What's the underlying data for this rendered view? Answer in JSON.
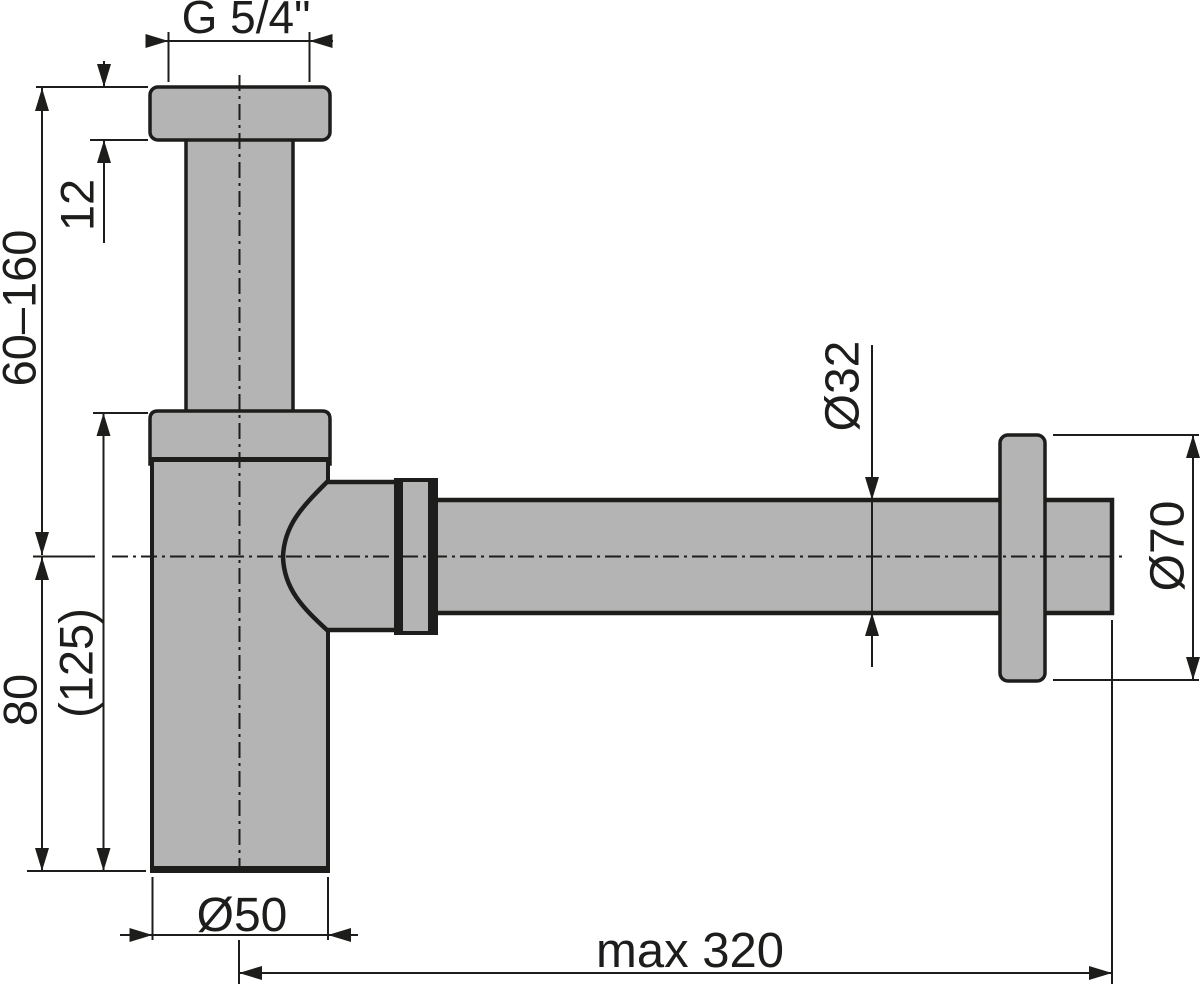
{
  "diagram": {
    "subject": "bottle trap siphon technical drawing",
    "colors": {
      "fill": "#b4b4b4",
      "line": "#1d1d1b",
      "background": "#ffffff"
    },
    "labels": {
      "thread": "G 5/4\"",
      "flange_height": "12",
      "inlet_range": "60–160",
      "body_height": "80",
      "overall_height": "(125)",
      "body_diameter": "Ø50",
      "outlet_diameter": "Ø32",
      "rosette_diameter": "Ø70",
      "max_reach": "max 320"
    }
  }
}
